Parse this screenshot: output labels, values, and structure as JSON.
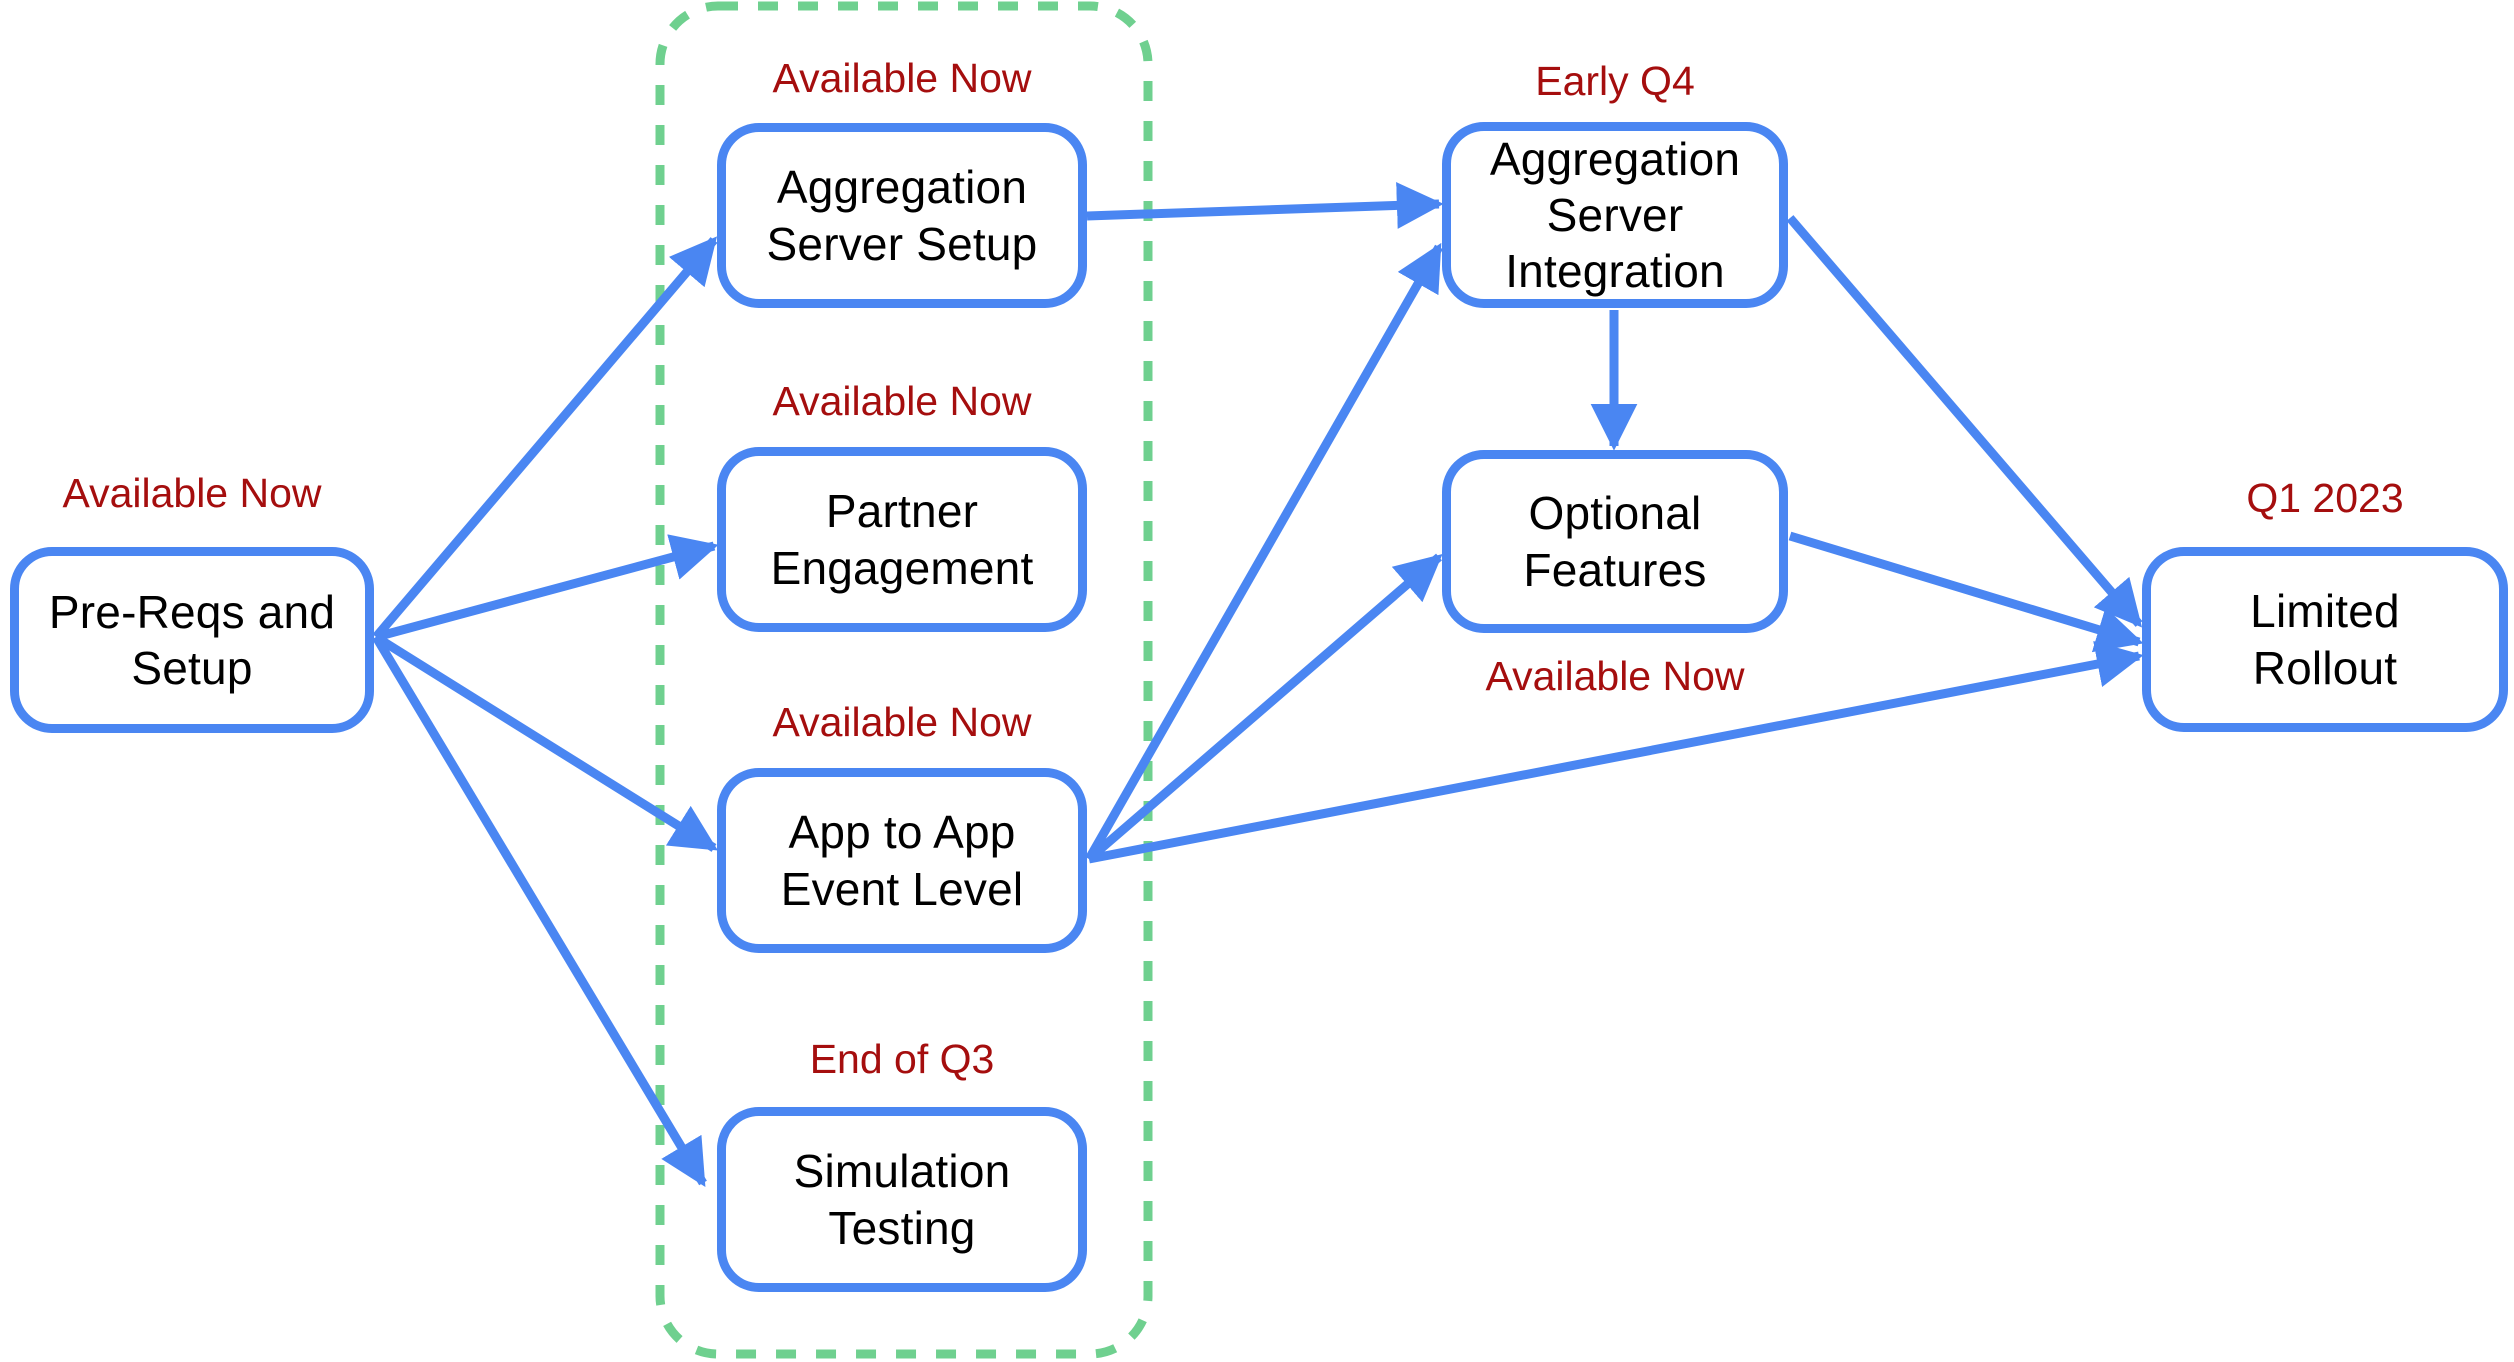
{
  "diagram_type": "roadmap-flowchart",
  "colors": {
    "node_border": "#4A86F2",
    "arrow": "#4A86F2",
    "group_outline": "#6FD08F",
    "status_text": "#A50E0E",
    "node_text": "#000000",
    "background": "#FFFFFF"
  },
  "nodes": [
    {
      "id": "pre-reqs-and-setup",
      "label": "Pre-Reqs and\nSetup",
      "status": "Available Now",
      "status_position": "above"
    },
    {
      "id": "aggregation-server-setup",
      "label": "Aggregation\nServer Setup",
      "status": "Available Now",
      "status_position": "above"
    },
    {
      "id": "partner-engagement",
      "label": "Partner\nEngagement",
      "status": "Available Now",
      "status_position": "above"
    },
    {
      "id": "app-to-app-event-level",
      "label": "App to App\nEvent Level",
      "status": "Available Now",
      "status_position": "above"
    },
    {
      "id": "simulation-testing",
      "label": "Simulation\nTesting",
      "status": "End of Q3",
      "status_position": "above"
    },
    {
      "id": "aggregation-server-integration",
      "label": "Aggregation\nServer\nIntegration",
      "status": "Early Q4",
      "status_position": "above"
    },
    {
      "id": "optional-features",
      "label": "Optional\nFeatures",
      "status": "Available Now",
      "status_position": "below"
    },
    {
      "id": "limited-rollout",
      "label": "Limited\nRollout",
      "status": "Q1 2023",
      "status_position": "above"
    }
  ],
  "group": {
    "style": "dashed-outline",
    "member_node_ids": [
      "aggregation-server-setup",
      "partner-engagement",
      "app-to-app-event-level",
      "simulation-testing"
    ]
  },
  "edges": [
    {
      "from": "pre-reqs-and-setup",
      "to": "aggregation-server-setup"
    },
    {
      "from": "pre-reqs-and-setup",
      "to": "partner-engagement"
    },
    {
      "from": "pre-reqs-and-setup",
      "to": "app-to-app-event-level"
    },
    {
      "from": "pre-reqs-and-setup",
      "to": "simulation-testing"
    },
    {
      "from": "aggregation-server-setup",
      "to": "aggregation-server-integration"
    },
    {
      "from": "app-to-app-event-level",
      "to": "aggregation-server-integration"
    },
    {
      "from": "app-to-app-event-level",
      "to": "optional-features"
    },
    {
      "from": "app-to-app-event-level",
      "to": "limited-rollout"
    },
    {
      "from": "aggregation-server-integration",
      "to": "optional-features"
    },
    {
      "from": "aggregation-server-integration",
      "to": "limited-rollout"
    },
    {
      "from": "optional-features",
      "to": "limited-rollout"
    }
  ]
}
